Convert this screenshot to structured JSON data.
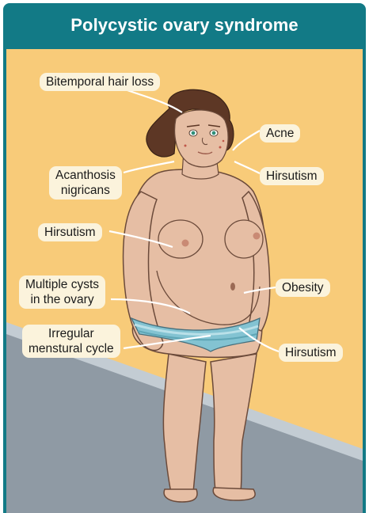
{
  "title": "Polycystic ovary syndrome",
  "colors": {
    "header": "#127a86",
    "wall": "#f8cb79",
    "floor": "#8f9aa4",
    "skin": "#e6bea4",
    "underwear": "#83c3d2",
    "label_bg": "#fbf3dc"
  },
  "labels": {
    "bitemporal_hair_loss": "Bitemporal hair loss",
    "acne": "Acne",
    "acanthosis_line1": "Acanthosis",
    "acanthosis_line2": "nigricans",
    "hirsutism_neck": "Hirsutism",
    "hirsutism_chest": "Hirsutism",
    "cysts_line1": "Multiple cysts",
    "cysts_line2": "in the ovary",
    "obesity": "Obesity",
    "irregular_line1": "Irregular",
    "irregular_line2": "menstural cycle",
    "hirsutism_thigh": "Hirsutism"
  }
}
